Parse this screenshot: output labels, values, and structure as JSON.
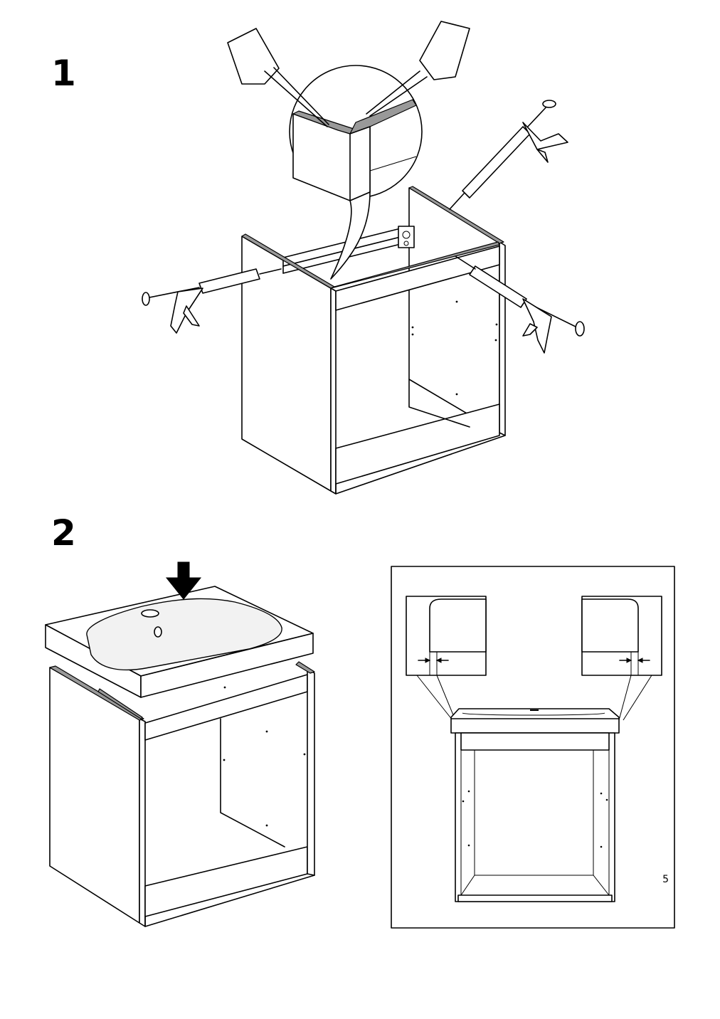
{
  "steps": [
    {
      "number": "1"
    },
    {
      "number": "2"
    }
  ],
  "page_number": "5"
}
